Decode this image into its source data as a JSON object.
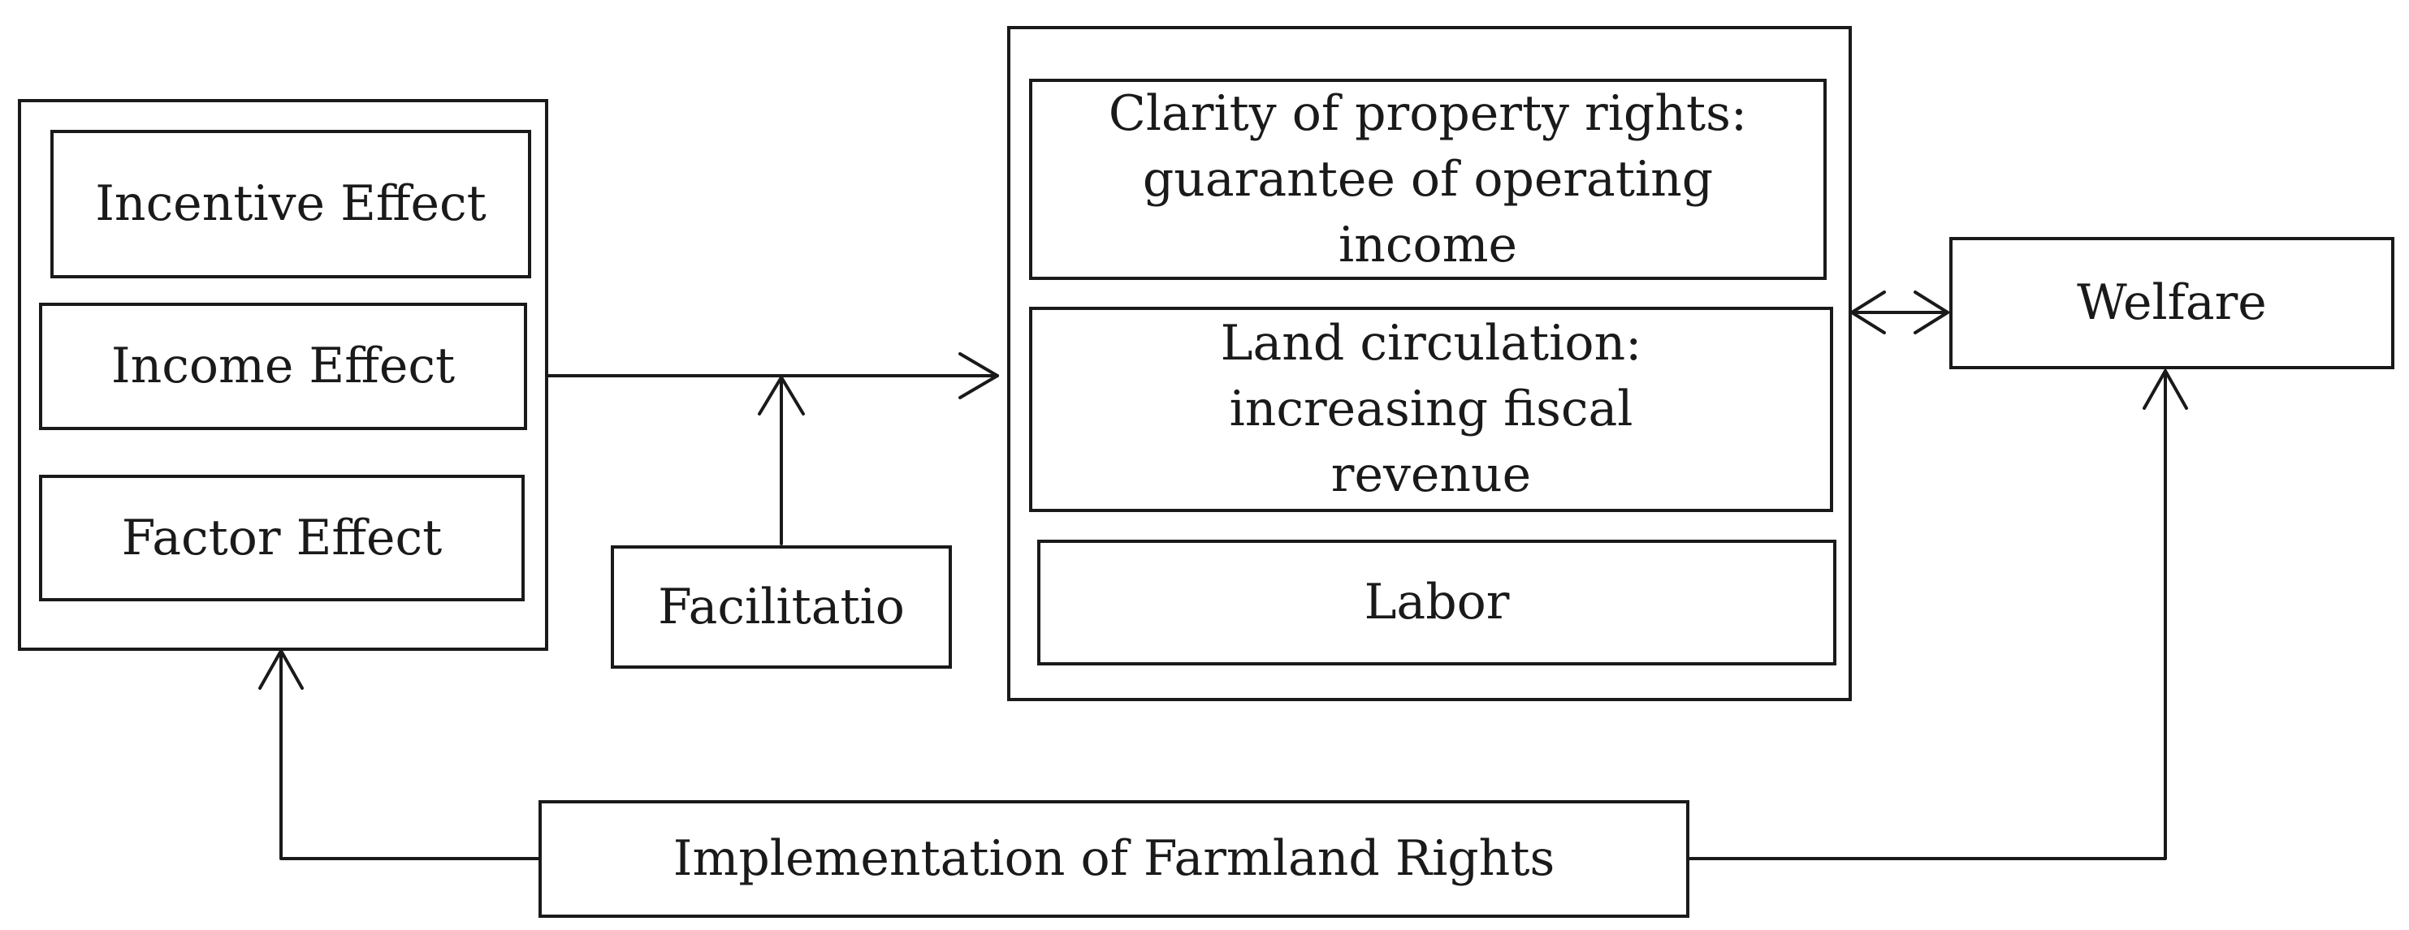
{
  "diagram": {
    "effects_group": {
      "incentive": "Incentive Effect",
      "income": "Income Effect",
      "factor": "Factor Effect"
    },
    "facilitation": "Facilitatio",
    "outcomes_group": {
      "property_rights": "Clarity of property rights: guarantee of operating income",
      "land_circulation": "Land circulation: increasing fiscal revenue",
      "labor": "Labor"
    },
    "welfare": "Welfare",
    "implementation": "Implementation of Farmland Rights"
  },
  "colors": {
    "stroke": "#1a1a1a",
    "background": "#ffffff"
  }
}
